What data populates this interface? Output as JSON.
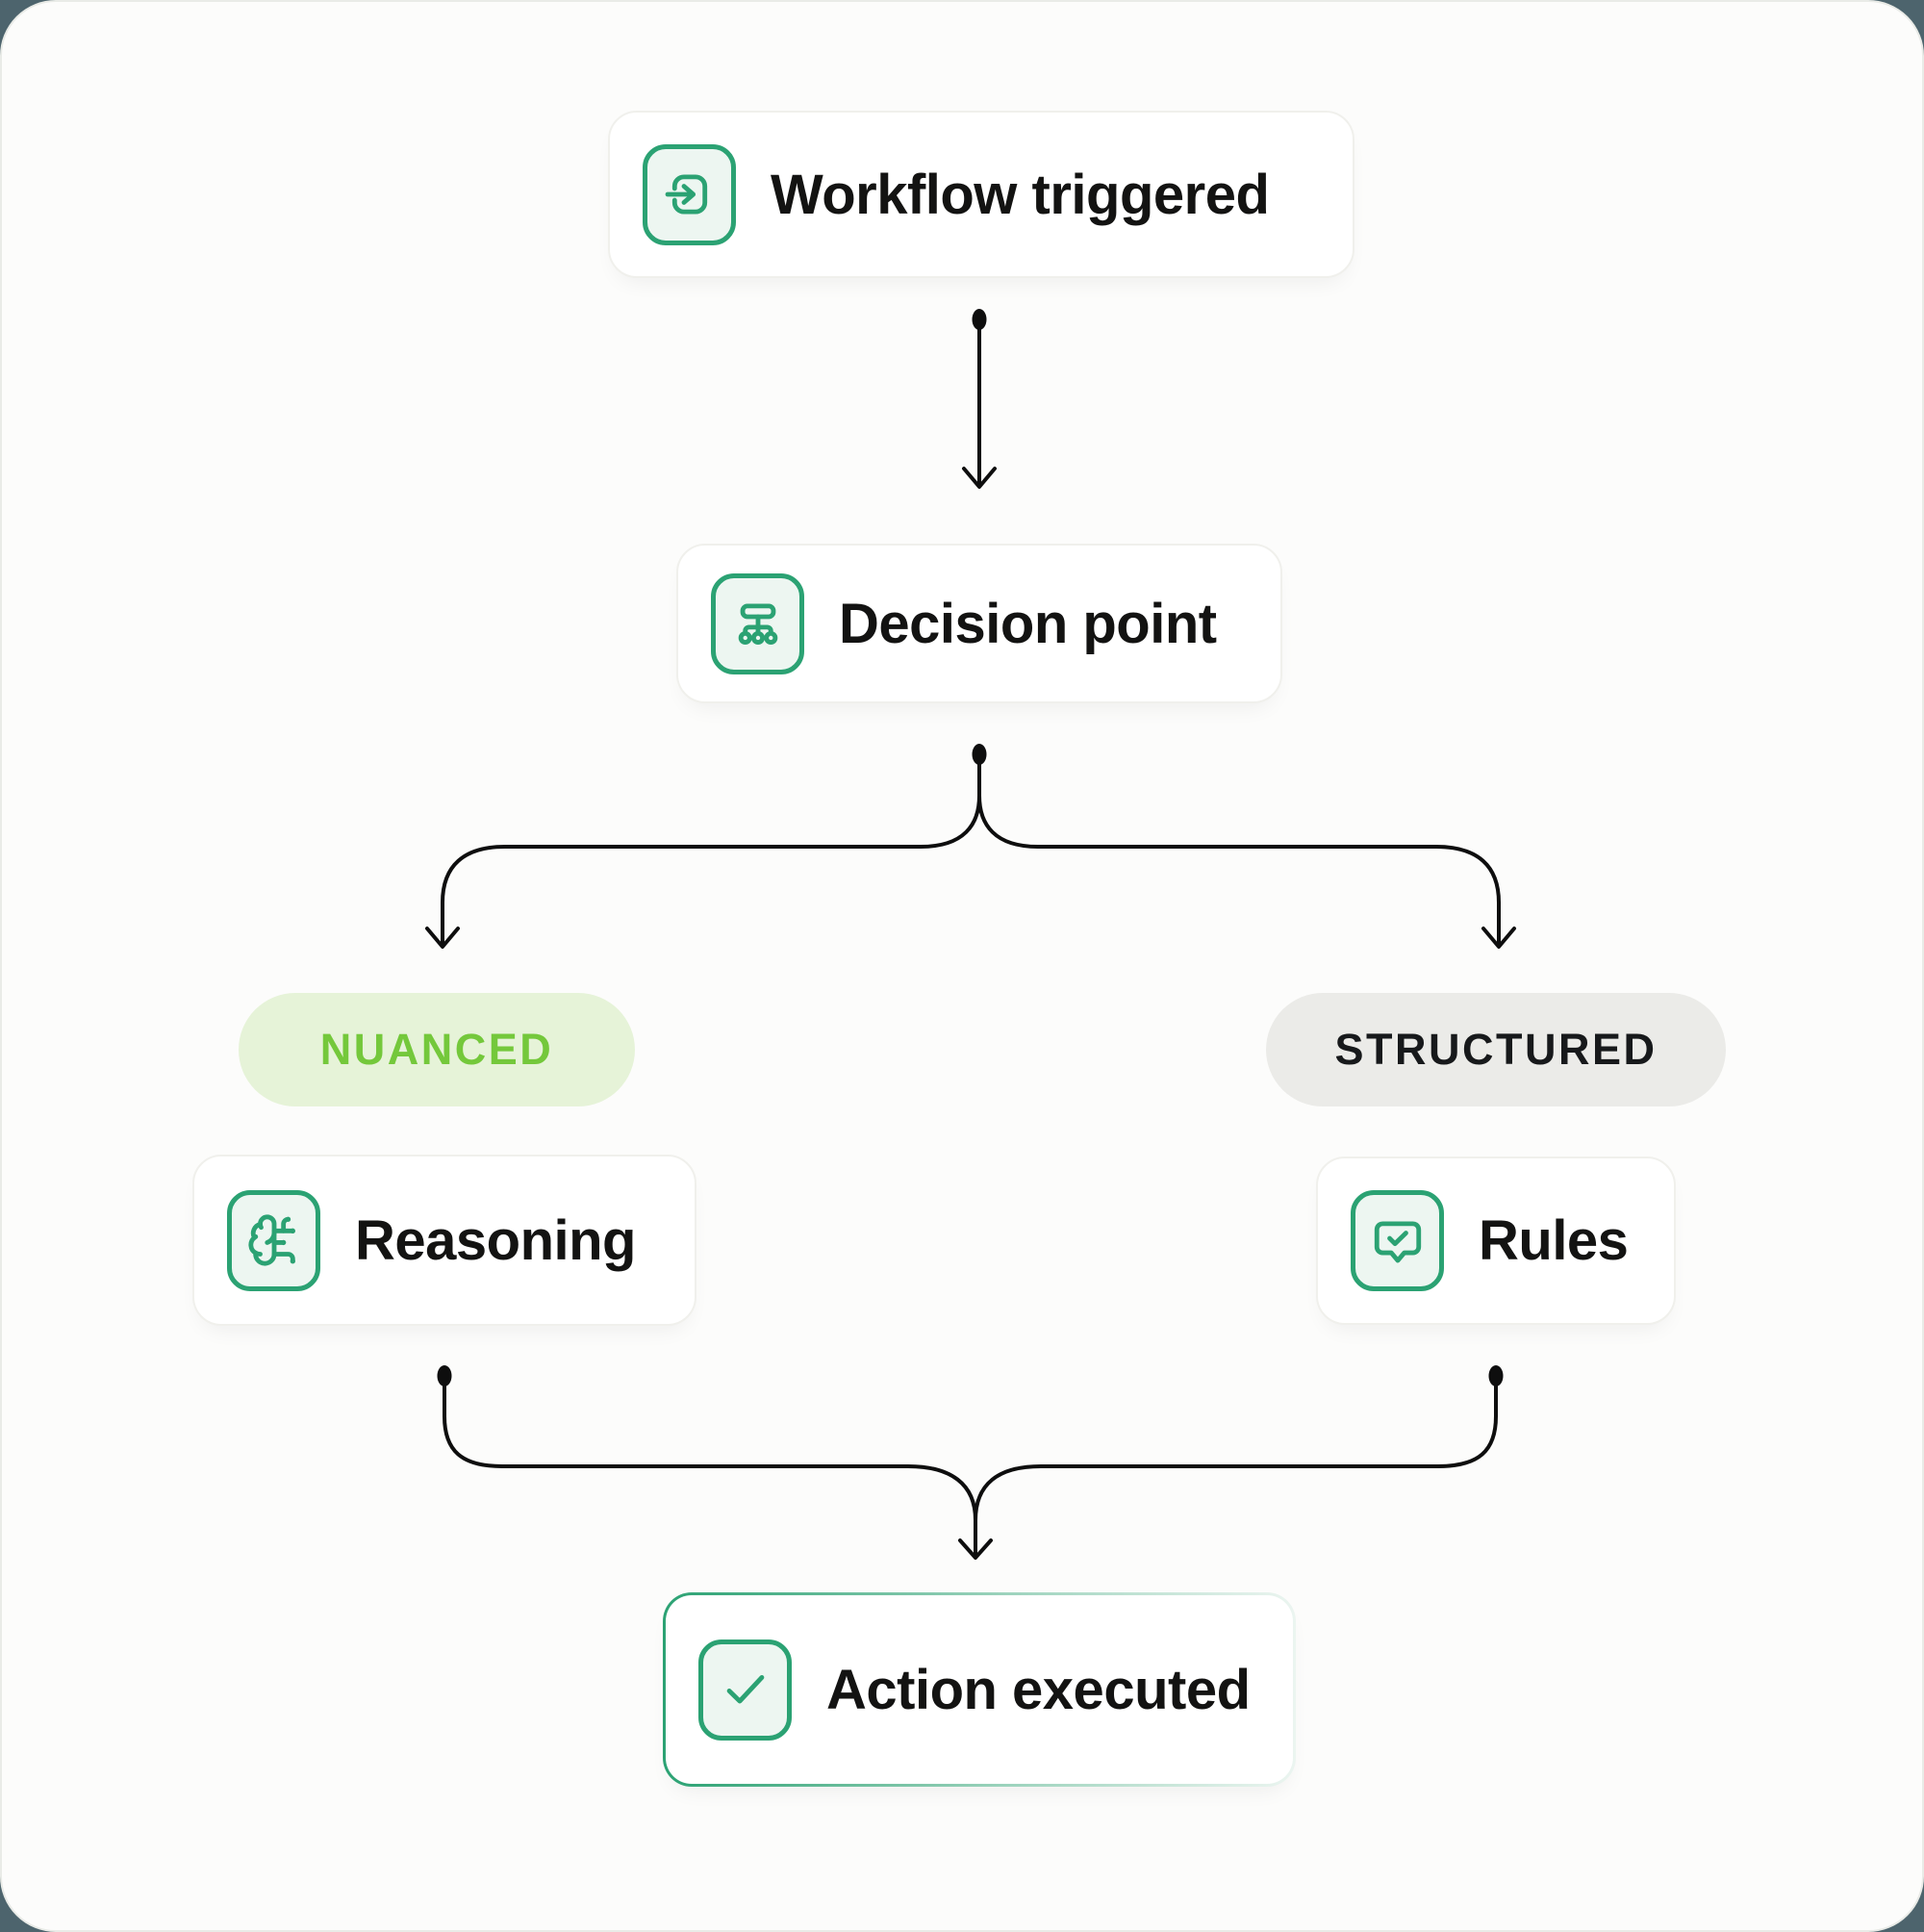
{
  "colors": {
    "backdrop": "#4d646d",
    "card-bg": "#fcfcfb",
    "accent": "#2ba273",
    "icon-bg": "#edf6f1",
    "ink": "#131312",
    "line": "#0e0e0e",
    "node-border": "#f0f0ec",
    "lime": "#74c83b",
    "lime-bg": "#e6f3d8",
    "gray-bg": "#ebebe8",
    "gray-ink": "#17191b"
  },
  "nodes": {
    "start": {
      "label": "Workflow triggered",
      "icon": "login-icon"
    },
    "decision": {
      "label": "Decision point",
      "icon": "sitemap-icon"
    },
    "reasoning": {
      "label": "Reasoning",
      "icon": "brain-circuit-icon"
    },
    "rules": {
      "label": "Rules",
      "icon": "message-check-icon"
    },
    "action": {
      "label": "Action executed",
      "icon": "check-icon"
    }
  },
  "branches": {
    "left": {
      "label": "NUANCED"
    },
    "right": {
      "label": "STRUCTURED"
    }
  }
}
